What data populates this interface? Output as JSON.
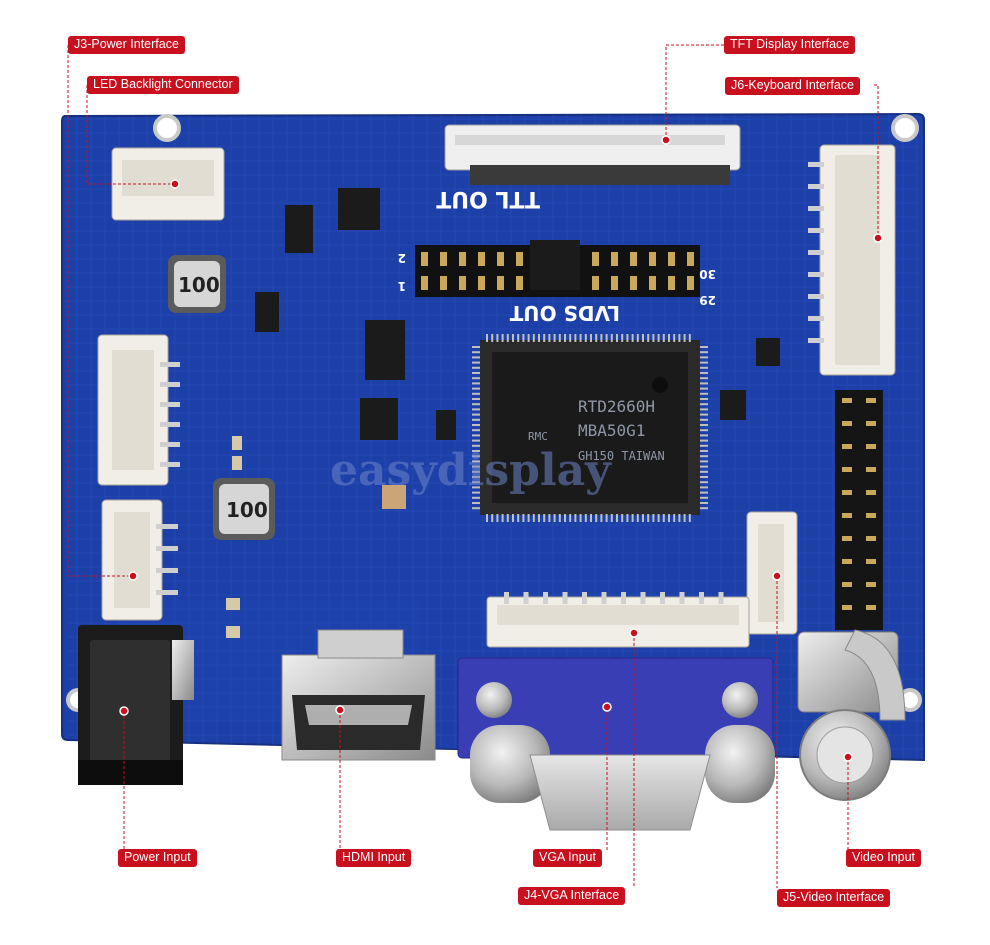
{
  "labels": {
    "j3_power": "J3-Power Interface",
    "led_backlight": "LED Backlight Connector",
    "tft_display": "TFT Display Interface",
    "j6_keyboard": "J6-Keyboard Interface",
    "power_input": "Power Input",
    "hdmi_input": "HDMI Input",
    "vga_input": "VGA Input",
    "j4_vga": "J4-VGA Interface",
    "j5_video": "J5-Video Interface",
    "video_input": "Video Input"
  },
  "board": {
    "ttl_out": "TTL OUT",
    "lvds_out": "LVDS OUT",
    "pin_30": "30",
    "pin_29": "29",
    "pin_1": "1",
    "pin_2": "2",
    "inductor_1": "100",
    "inductor_2": "100",
    "chip_line1": "RTD2660H",
    "chip_line2": "MBA50G1",
    "chip_line3": "GH150 TAIWAN",
    "chip_brand": "RMC",
    "watermark": "easydisplay"
  },
  "colors": {
    "pcb": "#1d3fa8",
    "callout": "#c8101e",
    "leader": "#c8101e",
    "vga_body": "#3a3eb4"
  }
}
